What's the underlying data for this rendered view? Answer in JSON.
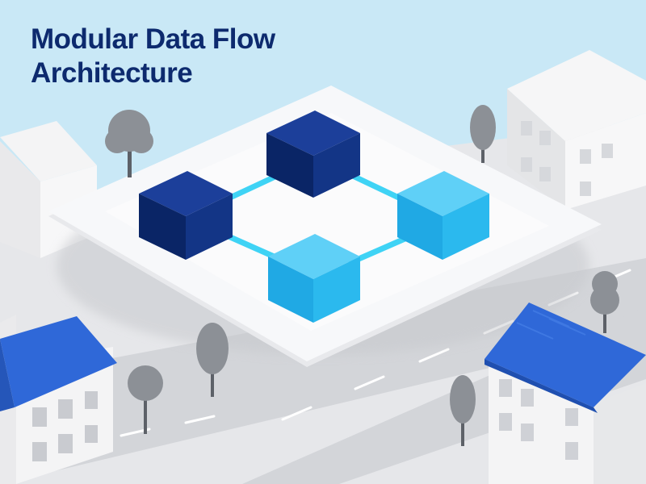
{
  "title": {
    "line1": "Modular Data Flow",
    "line2": "Architecture"
  },
  "diagram": {
    "nodes": [
      {
        "id": "module-a",
        "shade": "dark"
      },
      {
        "id": "module-b",
        "shade": "dark"
      },
      {
        "id": "module-c",
        "shade": "light"
      },
      {
        "id": "module-d",
        "shade": "light"
      }
    ],
    "links": [
      {
        "from": "module-a",
        "to": "module-b"
      },
      {
        "from": "module-b",
        "to": "module-c"
      },
      {
        "from": "module-c",
        "to": "module-d"
      },
      {
        "from": "module-d",
        "to": "module-a"
      }
    ]
  },
  "colors": {
    "sky": "#c9e8f6",
    "title": "#0d2a6e",
    "node_dark": "#0f2f7f",
    "node_light": "#23b4ea",
    "link": "#3fd3f5",
    "platform": "#f7f8fa",
    "ground": "#e6e7ea",
    "road": "#d3d5d9",
    "roof_blue": "#2f68d8",
    "tree": "#8c9096",
    "trunk": "#5d6168"
  },
  "icons": [
    "tree-icon",
    "house-icon",
    "building-icon"
  ]
}
